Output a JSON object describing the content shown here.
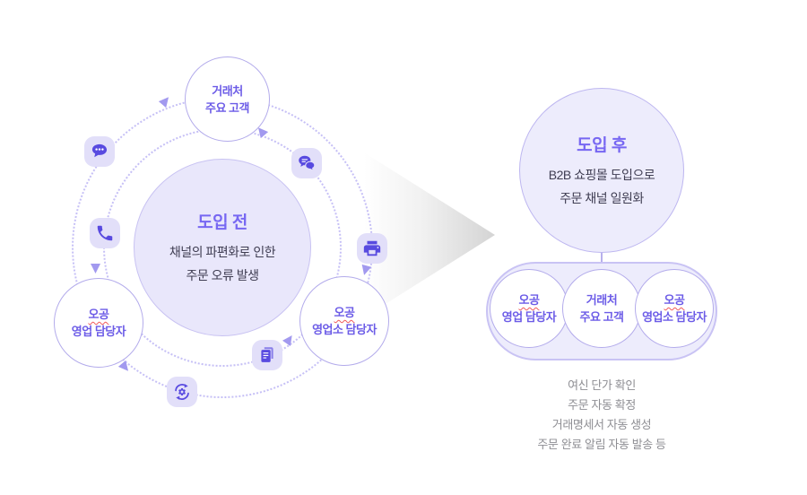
{
  "palette": {
    "accent_purple": "#6C5CE7",
    "heading_purple": "#7767F2",
    "icon_purple": "#584AE0",
    "light_purple_fill": "#E9E7FB",
    "border_purple": "#B3ABEB",
    "typo_underline_red": "#F15B5B",
    "body_text": "#3F3D52",
    "muted_text": "#8E8E93",
    "flow_arrow_gray": "#D4D4D4"
  },
  "before": {
    "center": {
      "title": "도입 전",
      "desc1": "채널의 파편화로 인한",
      "desc2": "주문 오류 발생"
    },
    "node_top": {
      "line1": "거래처",
      "line2": "주요 고객"
    },
    "node_left": {
      "line1": "오공",
      "line2": "영업 담당자"
    },
    "node_right": {
      "line1": "오공",
      "line2": "영업소 담당자"
    },
    "icons": [
      "chat-dots-icon",
      "chat-double-icon",
      "phone-icon",
      "printer-icon",
      "document-icon",
      "gear-sync-icon"
    ]
  },
  "after": {
    "center": {
      "title": "도입 후",
      "desc1": "B2B 쇼핑몰 도입으로",
      "desc2": "주문 채널 일원화"
    },
    "group": {
      "member_left": {
        "line1": "오공",
        "line2": "영업 담당자"
      },
      "member_center": {
        "line1": "거래처",
        "line2": "주요 고객"
      },
      "member_right": {
        "line1": "오공",
        "line2": "영업소 담당자"
      }
    },
    "benefits": [
      "여신 단가 확인",
      "주문 자동 확정",
      "거래명세서 자동 생성",
      "주문 완료 알림 자동 발송 등"
    ]
  }
}
